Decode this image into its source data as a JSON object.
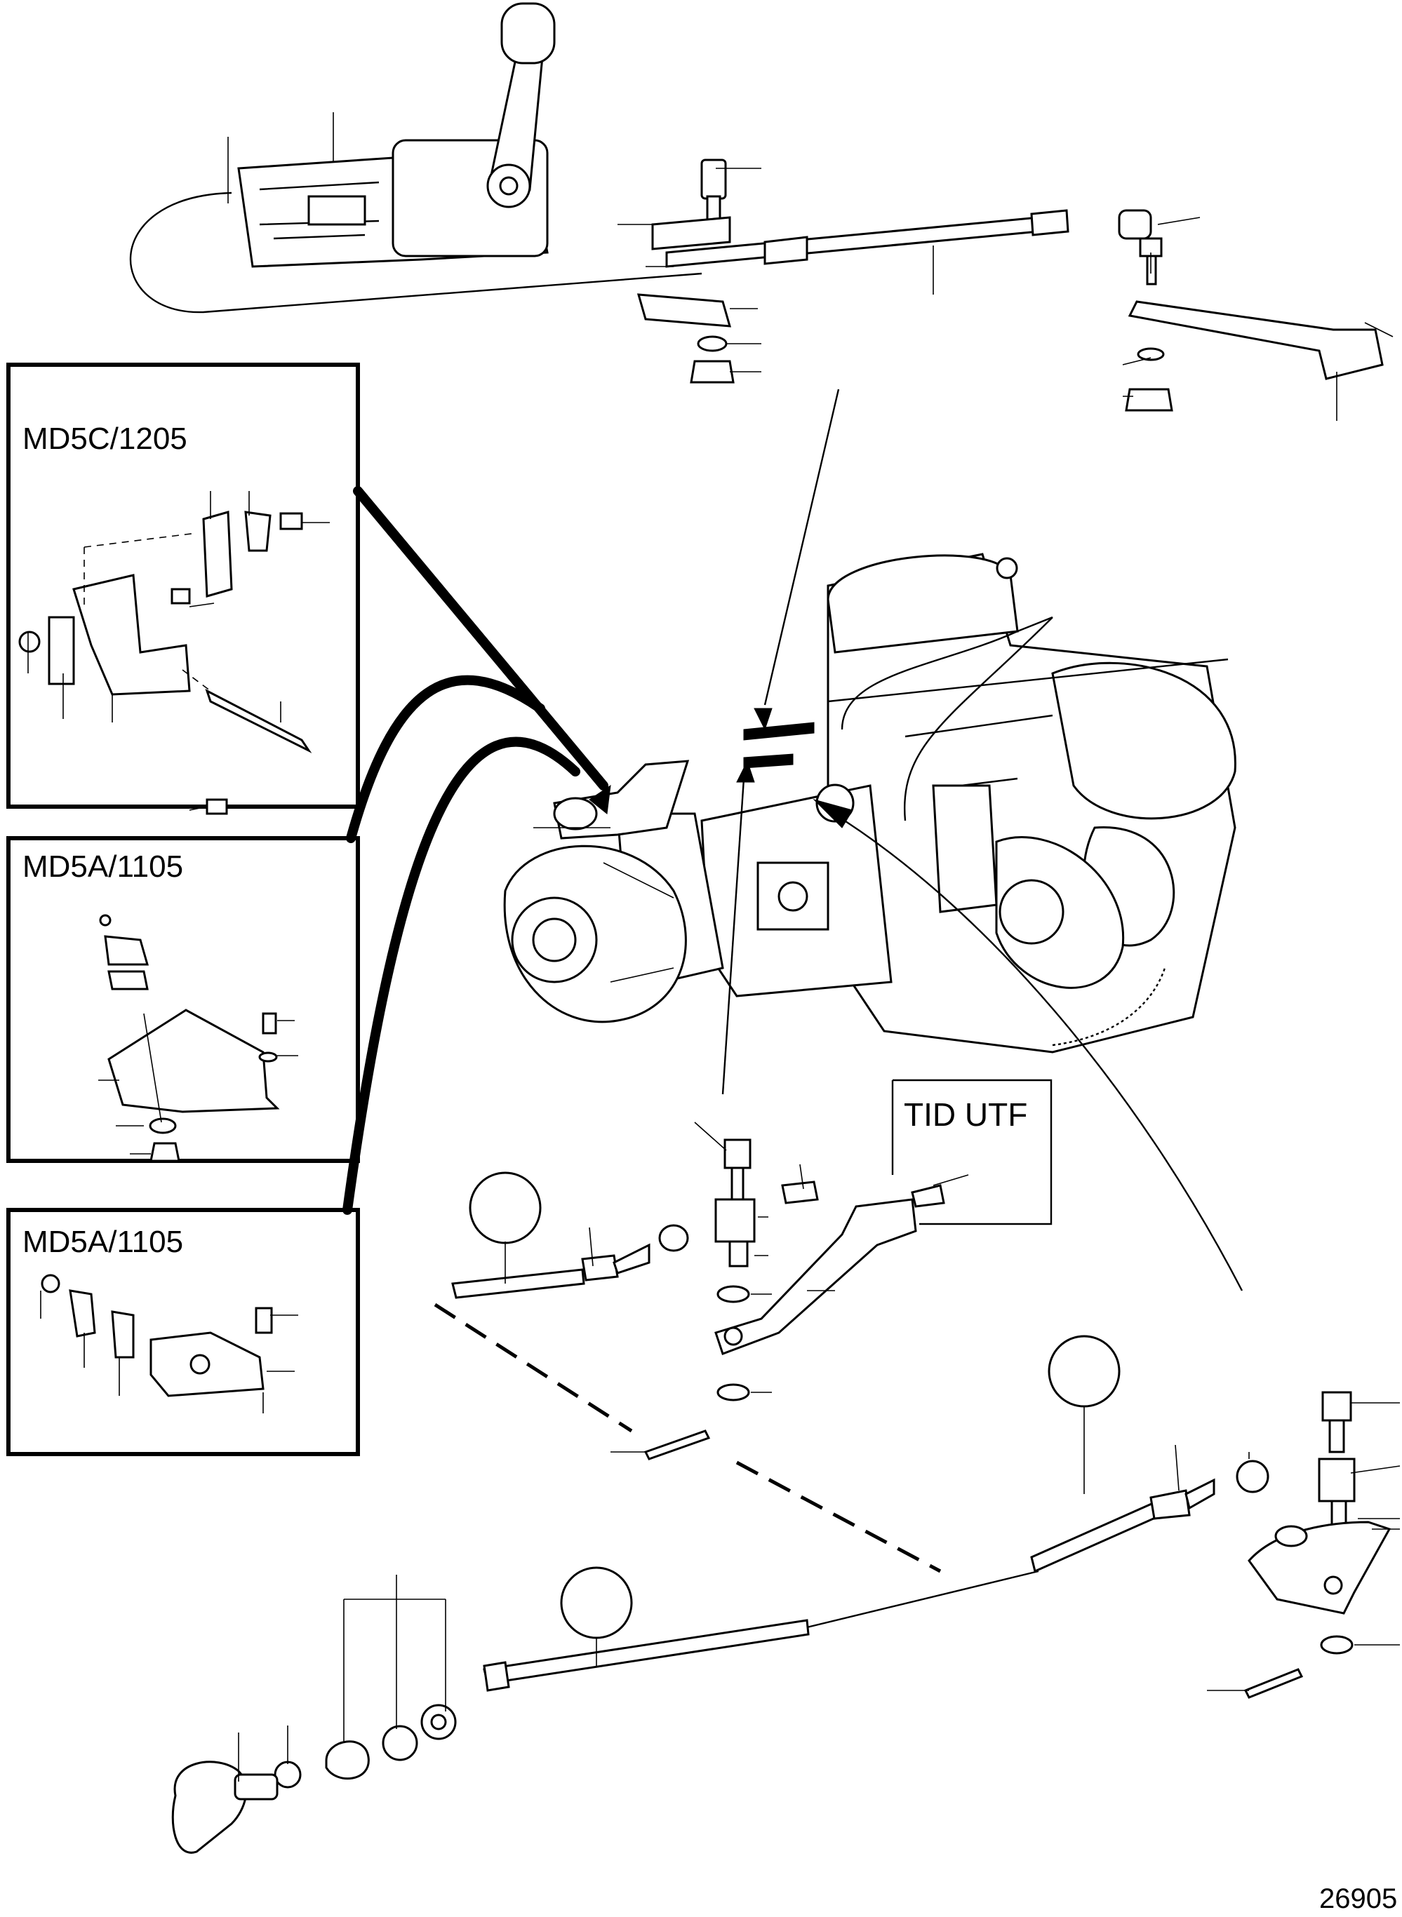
{
  "insets": [
    {
      "label": "MD5C/1205"
    },
    {
      "label": "MD5A/1105"
    },
    {
      "label": "MD5A/1105"
    }
  ],
  "tid_box": {
    "label": "TID UTF"
  },
  "figure_number": "26905"
}
